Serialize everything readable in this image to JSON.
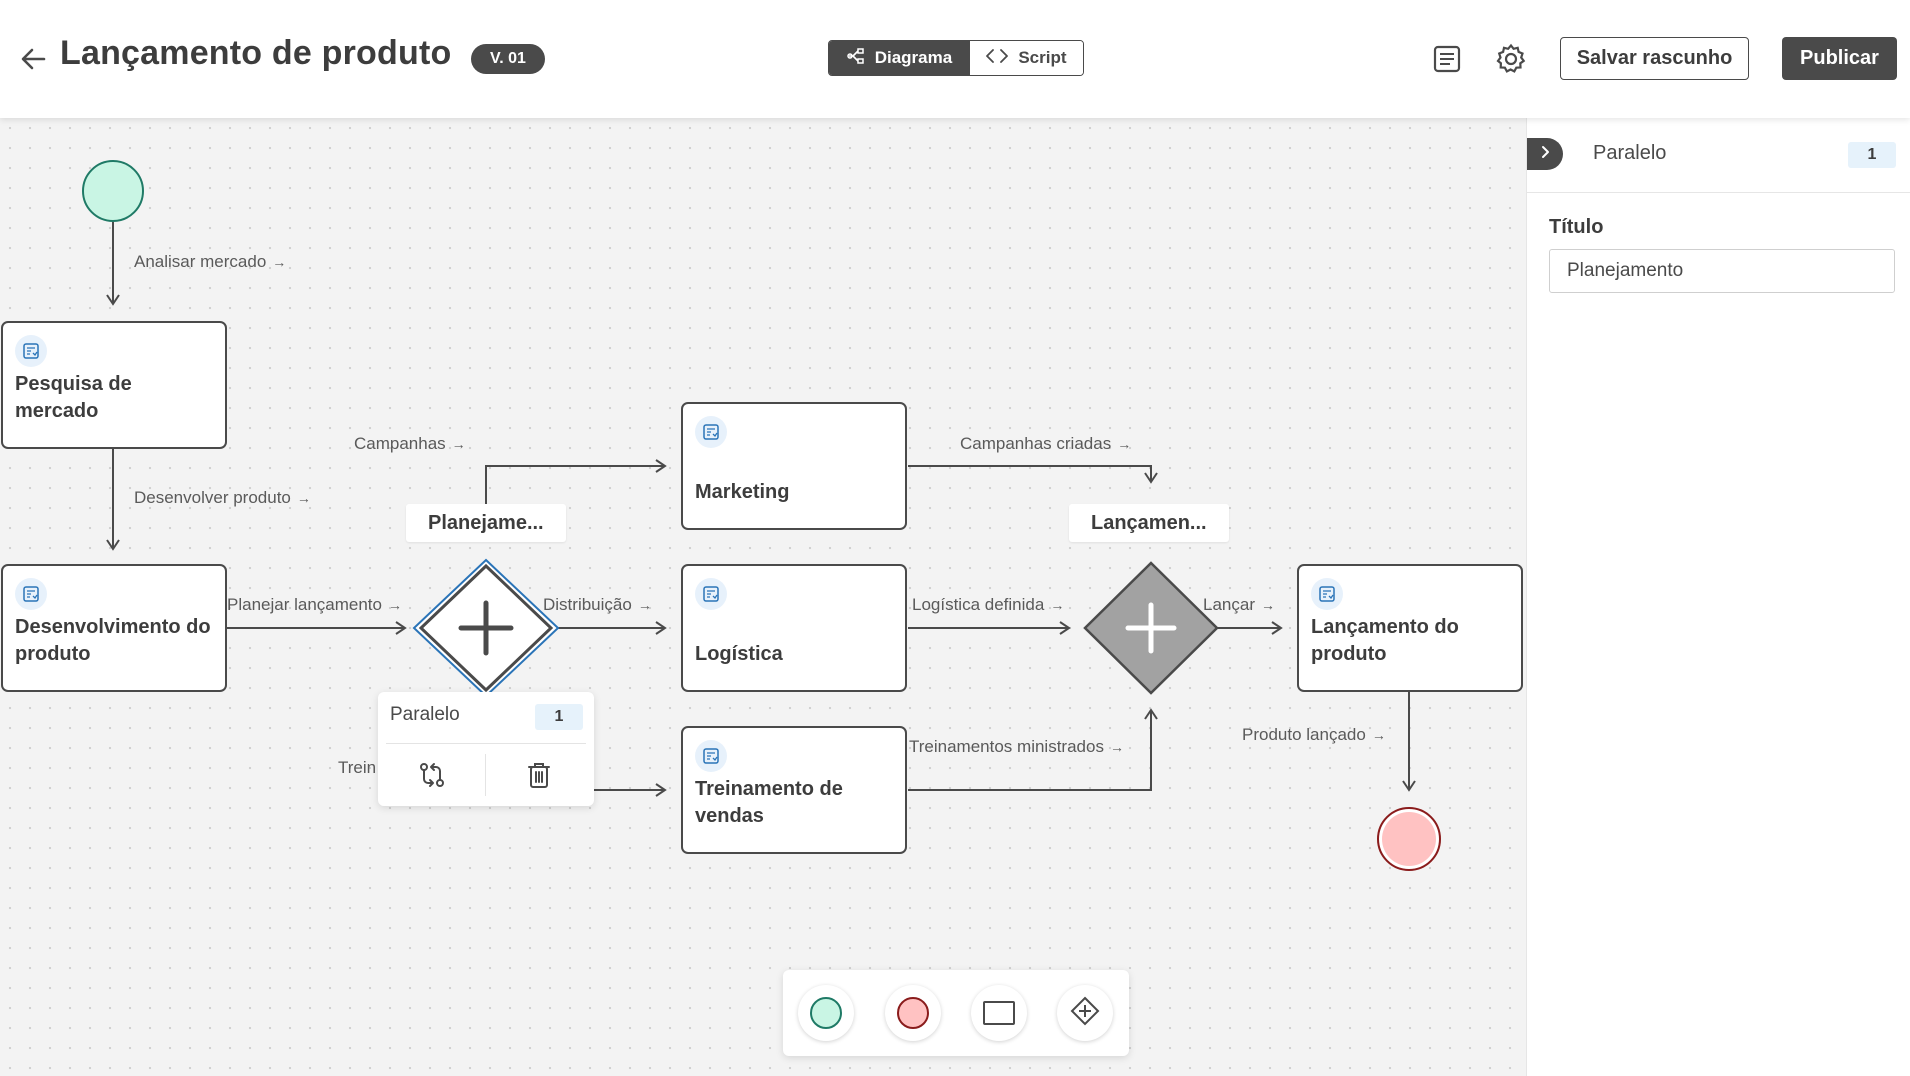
{
  "header": {
    "title": "Lançamento de produto",
    "version": "V. 01",
    "view_tabs": [
      {
        "label": "Diagrama",
        "icon": "diagram-icon",
        "active": true
      },
      {
        "label": "Script",
        "icon": "code-icon",
        "active": false
      }
    ],
    "save_draft_label": "Salvar rascunho",
    "publish_label": "Publicar"
  },
  "diagram": {
    "tasks": [
      {
        "id": "pesquisa",
        "label": "Pesquisa de mercado"
      },
      {
        "id": "desenvolvimento",
        "label": "Desenvolvimento do produto"
      },
      {
        "id": "marketing",
        "label": "Marketing"
      },
      {
        "id": "logistica",
        "label": "Logística"
      },
      {
        "id": "treinamento",
        "label": "Treinamento de vendas"
      },
      {
        "id": "lancamento",
        "label": "Lançamento do produto"
      }
    ],
    "gateways": [
      {
        "id": "planejamento",
        "label": "Planejame...",
        "type": "parallel",
        "selected": true
      },
      {
        "id": "lancamento-gw",
        "label": "Lançamen...",
        "type": "parallel",
        "selected": false
      }
    ],
    "edge_labels": {
      "analisar": "Analisar mercado",
      "desenvolver": "Desenvolver produto",
      "planejar": "Planejar lançamento",
      "campanhas": "Campanhas",
      "distribuicao": "Distribuição",
      "treinamento_cut": "Trein",
      "campanhas_criadas": "Campanhas criadas",
      "logistica_definida": "Logística definida",
      "treinamentos_ministrados": "Treinamentos ministrados",
      "lancar": "Lançar",
      "produto_lancado": "Produto lançado"
    },
    "arrow_glyph": "→",
    "colors": {
      "start_fill": "#c9f5e4",
      "start_stroke": "#1f7a66",
      "end_fill": "#ffc2c2",
      "end_stroke": "#8a1c1c",
      "selection": "#2a74b8",
      "gateway_dark": "#a2a2a2"
    }
  },
  "popover": {
    "title": "Paralelo",
    "count": "1",
    "actions": [
      "swap-flow-icon",
      "trash-icon"
    ]
  },
  "palette": {
    "items": [
      "start-event-icon",
      "end-event-icon",
      "task-icon",
      "gateway-icon"
    ]
  },
  "panel": {
    "title": "Paralelo",
    "count": "1",
    "field_label": "Título",
    "field_value": "Planejamento"
  }
}
